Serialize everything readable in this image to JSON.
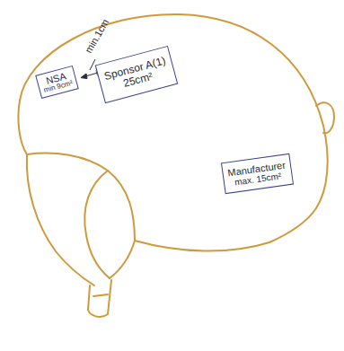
{
  "diagram": {
    "nodes": [
      {
        "text": [
          "NSA",
          "min 9cm²"
        ]
      },
      {
        "text": [
          "Sponsor A(1)",
          "25cm²"
        ]
      },
      {
        "text": [
          "Manufacturer",
          "max. 15cm²"
        ]
      }
    ],
    "labels": [
      "min.1cm"
    ]
  }
}
